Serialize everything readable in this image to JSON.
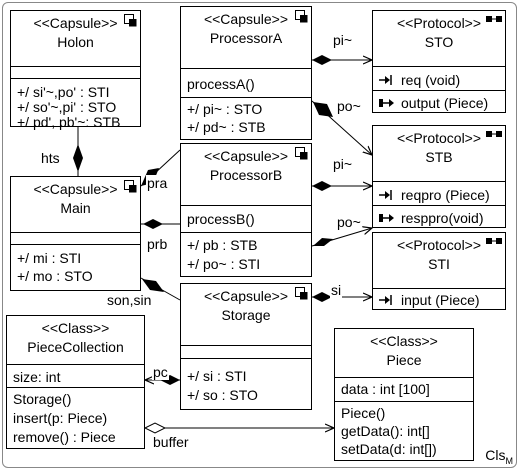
{
  "diagram": {
    "classes": {
      "holon": {
        "stereotype": "<<Capsule>>",
        "name": "Holon",
        "attrs": [
          "+/ si'~,po' : STI",
          "+/ so'~,pi' : STO",
          "+/ pd', pb'~: STB"
        ]
      },
      "main": {
        "stereotype": "<<Capsule>>",
        "name": "Main",
        "attrs": [
          "+/ mi : STI",
          "+/ mo : STO"
        ]
      },
      "procA": {
        "stereotype": "<<Capsule>>",
        "name": "ProcessorA",
        "ops": [
          "processA()"
        ],
        "attrs": [
          "+/ pi~ : STO",
          "+/ pd~ : STB"
        ]
      },
      "procB": {
        "stereotype": "<<Capsule>>",
        "name": "ProcessorB",
        "ops": [
          "processB()"
        ],
        "attrs": [
          "+/ pb : STB",
          "+/ po~ : STI"
        ]
      },
      "storage": {
        "stereotype": "<<Capsule>>",
        "name": "Storage",
        "attrs": [
          "+/ si : STI",
          "+/ so : STO"
        ]
      },
      "sto": {
        "stereotype": "<<Protocol>>",
        "name": "STO",
        "signals": [
          "req (void)",
          "output (Piece)"
        ]
      },
      "stb": {
        "stereotype": "<<Protocol>>",
        "name": "STB",
        "signals": [
          "reqpro (Piece)",
          "resppro(void)"
        ]
      },
      "sti": {
        "stereotype": "<<Protocol>>",
        "name": "STI",
        "signals": [
          "input (Piece)"
        ]
      },
      "pieceCollection": {
        "stereotype": "<<Class>>",
        "name": "PieceCollection",
        "attrs": [
          "size: int"
        ],
        "ops": [
          "Storage()",
          "insert(p: Piece)",
          "remove() : Piece"
        ]
      },
      "piece": {
        "stereotype": "<<Class>>",
        "name": "Piece",
        "attrs": [
          "data : int [100]"
        ],
        "ops": [
          "Piece()",
          "getData(): int[]",
          "setData(d: int[])"
        ]
      }
    },
    "edge_labels": {
      "hts": "hts",
      "pra": "pra",
      "prb": "prb",
      "son_sin": "son,sin",
      "pi_a": "pi~",
      "po_a": "po~",
      "pi_b": "pi~",
      "po_b": "po~",
      "si": "si",
      "pc": "pc",
      "buffer": "buffer"
    },
    "corner": {
      "main": "Cls",
      "sub": "M"
    }
  }
}
